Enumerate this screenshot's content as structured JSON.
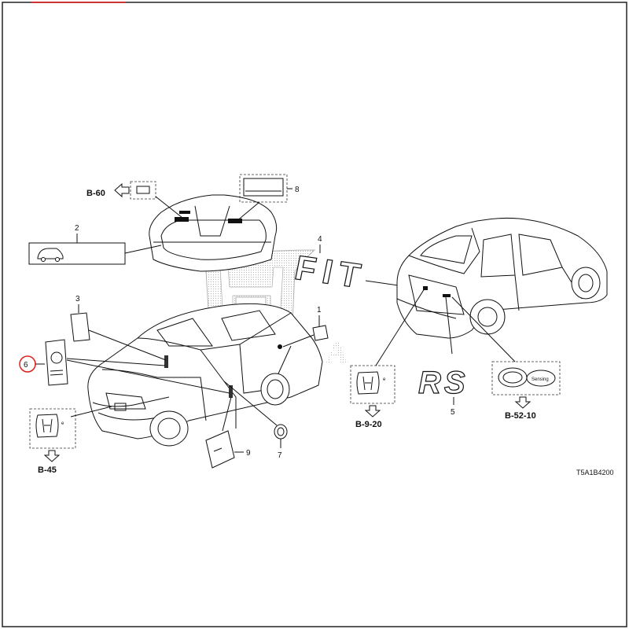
{
  "diagram": {
    "callouts": [
      "1",
      "2",
      "3",
      "4",
      "5",
      "6",
      "7",
      "8",
      "9"
    ],
    "refs": {
      "b60": "B-60",
      "b45": "B-45",
      "b920": "B-9-20",
      "b5210": "B-52-10"
    },
    "code": "T5A1B4200",
    "watermark": "HONDA",
    "emblem_text": {
      "fit": "FIT",
      "rs": "RS",
      "plate": "Sensing"
    },
    "highlight_color": "#e0201b"
  }
}
